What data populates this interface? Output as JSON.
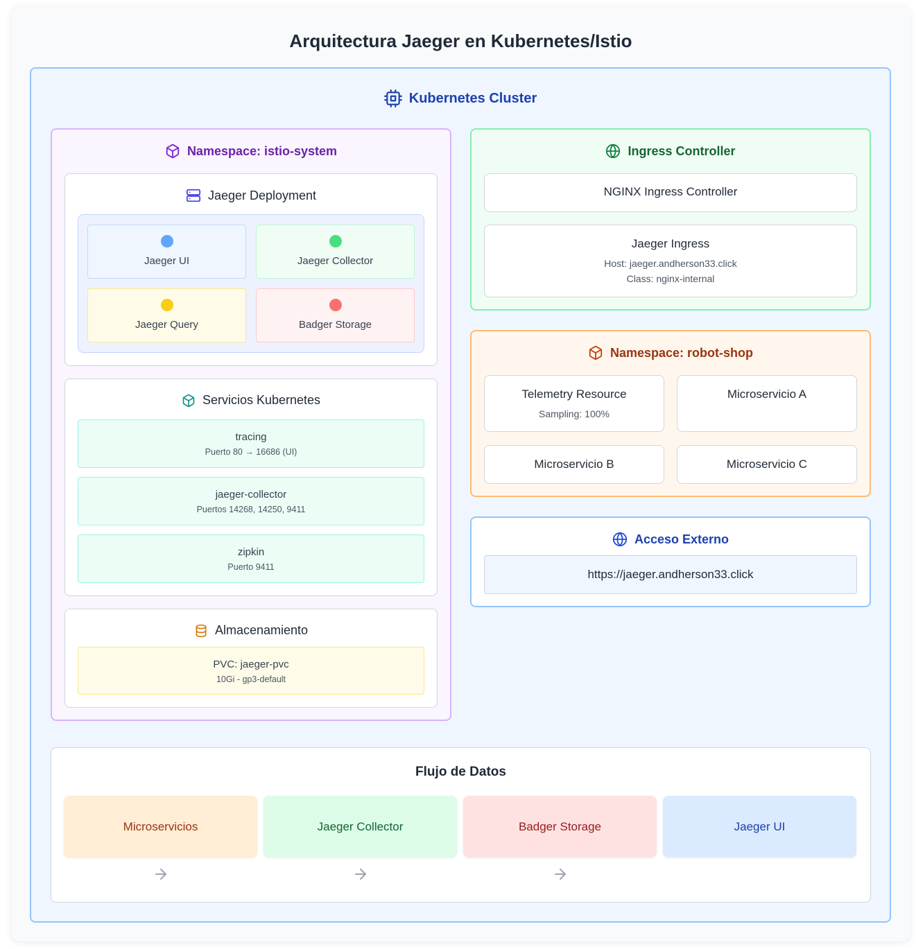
{
  "title": "Arquitectura Jaeger en Kubernetes/Istio",
  "cluster": {
    "label": "Kubernetes Cluster",
    "icon": "cpu-icon"
  },
  "istio_system": {
    "label": "Namespace: istio-system",
    "icon": "box-icon",
    "deployment": {
      "label": "Jaeger Deployment",
      "icon": "server-icon",
      "components": [
        {
          "label": "Jaeger UI",
          "dot": "#60a5fa",
          "bg": "#eff6ff",
          "border": "#bfdbfe"
        },
        {
          "label": "Jaeger Collector",
          "dot": "#4ade80",
          "bg": "#f0fdf4",
          "border": "#bbf7d0"
        },
        {
          "label": "Jaeger Query",
          "dot": "#facc15",
          "bg": "#fefce8",
          "border": "#fde68a"
        },
        {
          "label": "Badger Storage",
          "dot": "#f87171",
          "bg": "#fef2f2",
          "border": "#fecaca"
        }
      ]
    },
    "services": {
      "label": "Servicios Kubernetes",
      "icon": "box-icon",
      "items": [
        {
          "name": "tracing",
          "detail": "Puerto 80 → 16686 (UI)"
        },
        {
          "name": "jaeger-collector",
          "detail": "Puertos 14268, 14250, 9411"
        },
        {
          "name": "zipkin",
          "detail": "Puerto 9411"
        }
      ]
    },
    "storage": {
      "label": "Almacenamiento",
      "icon": "database-icon",
      "name": "PVC: jaeger-pvc",
      "detail": "10Gi - gp3-default"
    }
  },
  "ingress": {
    "label": "Ingress Controller",
    "icon": "globe-icon",
    "controller": "NGINX Ingress Controller",
    "jaeger_ingress": {
      "name": "Jaeger Ingress",
      "host": "Host: jaeger.andherson33.click",
      "class": "Class: nginx-internal"
    }
  },
  "robot_shop": {
    "label": "Namespace: robot-shop",
    "icon": "box-icon",
    "telemetry": {
      "name": "Telemetry Resource",
      "detail": "Sampling: 100%"
    },
    "microservices": [
      "Microservicio A",
      "Microservicio B",
      "Microservicio C"
    ]
  },
  "external": {
    "label": "Acceso Externo",
    "icon": "globe-icon",
    "url": "https://jaeger.andherson33.click"
  },
  "flow": {
    "title": "Flujo de Datos",
    "steps": [
      {
        "label": "Microservicios",
        "bg": "#ffedd5",
        "color": "#9a3412"
      },
      {
        "label": "Jaeger Collector",
        "bg": "#dcfce7",
        "color": "#166534"
      },
      {
        "label": "Badger Storage",
        "bg": "#fee2e2",
        "color": "#991b1b"
      },
      {
        "label": "Jaeger UI",
        "bg": "#dbeafe",
        "color": "#1e40af"
      }
    ],
    "arrow_icon": "arrow-right-icon"
  },
  "colors": {
    "cluster_accent": "#1e40af",
    "istio_accent": "#6b21a8",
    "ingress_accent": "#166534",
    "robot_accent": "#9a3412"
  }
}
